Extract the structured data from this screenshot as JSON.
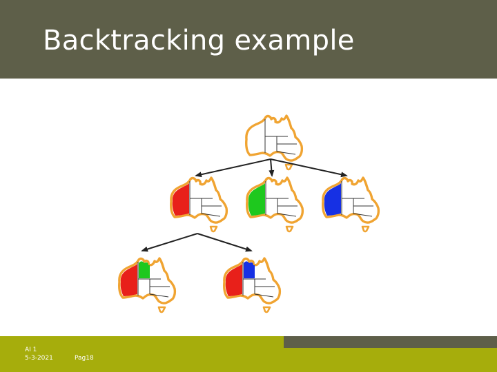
{
  "slide": {
    "title": "Backtracking example"
  },
  "footer": {
    "course": "AI 1",
    "date": "5-3-2021",
    "page": "Pag18"
  },
  "colors": {
    "header_bg": "#5e5f49",
    "footer_bg": "#a6ad0c",
    "map_outline": "#f0a432",
    "region_red": "#e8201a",
    "region_green": "#1ec81e",
    "region_blue": "#1630e4"
  },
  "diagram": {
    "type": "backtracking search tree of map colorings",
    "root": {
      "colored": []
    },
    "level1": [
      {
        "colored": [
          {
            "region": "west",
            "color": "red"
          }
        ]
      },
      {
        "colored": [
          {
            "region": "west",
            "color": "green"
          }
        ]
      },
      {
        "colored": [
          {
            "region": "west",
            "color": "blue"
          }
        ]
      }
    ],
    "level2": [
      {
        "colored": [
          {
            "region": "west",
            "color": "red"
          },
          {
            "region": "north",
            "color": "green"
          }
        ]
      },
      {
        "colored": [
          {
            "region": "west",
            "color": "red"
          },
          {
            "region": "north",
            "color": "blue"
          }
        ]
      }
    ]
  }
}
